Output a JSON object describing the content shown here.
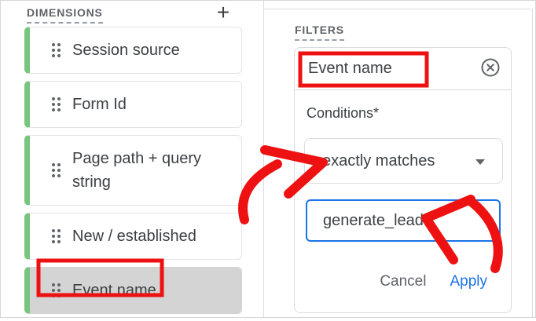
{
  "colors": {
    "accent_green": "#77c57f",
    "primary_blue": "#1a73e8",
    "annotation_red": "#ee1111",
    "selected_item_gray": "#d4d4d4"
  },
  "dimensions_panel": {
    "title": "DIMENSIONS",
    "add_button": "+",
    "items": [
      {
        "label": "Session source"
      },
      {
        "label": "Form Id"
      },
      {
        "label": "Page path + query string"
      },
      {
        "label": "New / established"
      },
      {
        "label": "Event name"
      }
    ]
  },
  "filters_panel": {
    "title": "FILTERS",
    "card": {
      "field_name": "Event name",
      "conditions_label": "Conditions*",
      "match_type": "exactly matches",
      "filter_value": "generate_lead",
      "cancel_label": "Cancel",
      "apply_label": "Apply"
    }
  }
}
